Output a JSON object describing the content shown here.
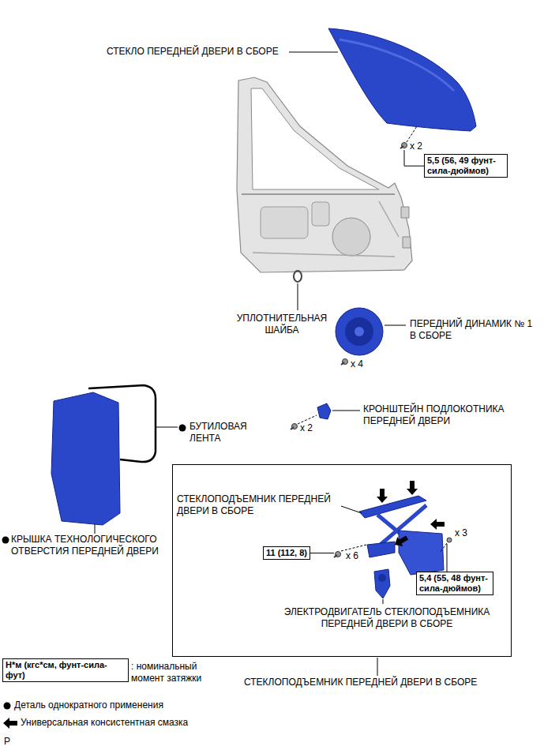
{
  "diagram": {
    "nodes": [
      {
        "text": [
          "5,5 (56, 49 фунт-сила-дюймов)"
        ]
      },
      {
        "text": [
          "СТЕКЛОПОДЪЕМНИК ПЕРЕДНЕЙ ДВЕРИ В СБОРЕ"
        ]
      },
      {
        "text": [
          "11 (112, 8)"
        ],
        "in": 1
      },
      {
        "text": [
          "5,4 (55, 48 фунт-сила-дюймов)"
        ],
        "in": 1
      },
      {
        "text": [
          "Н*м (кгс*см, фунт-сила-фут)"
        ]
      }
    ],
    "labels": [
      "СТЕКЛО ПЕРЕДНЕЙ ДВЕРИ В СБОРЕ",
      "x 2",
      "УПЛОТНИТЕЛЬНАЯ ШАЙБА",
      "ПЕРЕДНИЙ ДИНАМИК № 1 В СБОРЕ",
      "x 4",
      "БУТИЛОВАЯ ЛЕНТА",
      "КРОНШТЕЙН ПОДЛОКОТНИКА ПЕРЕДНЕЙ ДВЕРИ",
      "x 2",
      "КРЫШКА ТЕХНОЛОГИЧЕСКОГО ОТВЕРСТИЯ ПЕРЕДНЕЙ ДВЕРИ",
      "СТЕКЛОПОДЪЕМНИК ПЕРЕДНЕЙ ДВЕРИ В СБОРЕ",
      "x 6",
      "x 3",
      "ЭЛЕКТРОДВИГАТЕЛЬ СТЕКЛОПОДЪЕМНИКА ПЕРЕДНЕЙ ДВЕРИ В СБОРЕ",
      "P"
    ],
    "legend": [
      {
        "text": ": номинальный момент затяжки"
      },
      {
        "text": "Деталь однократного применения"
      },
      {
        "text": "Универсальная консистентная смазка"
      }
    ]
  }
}
